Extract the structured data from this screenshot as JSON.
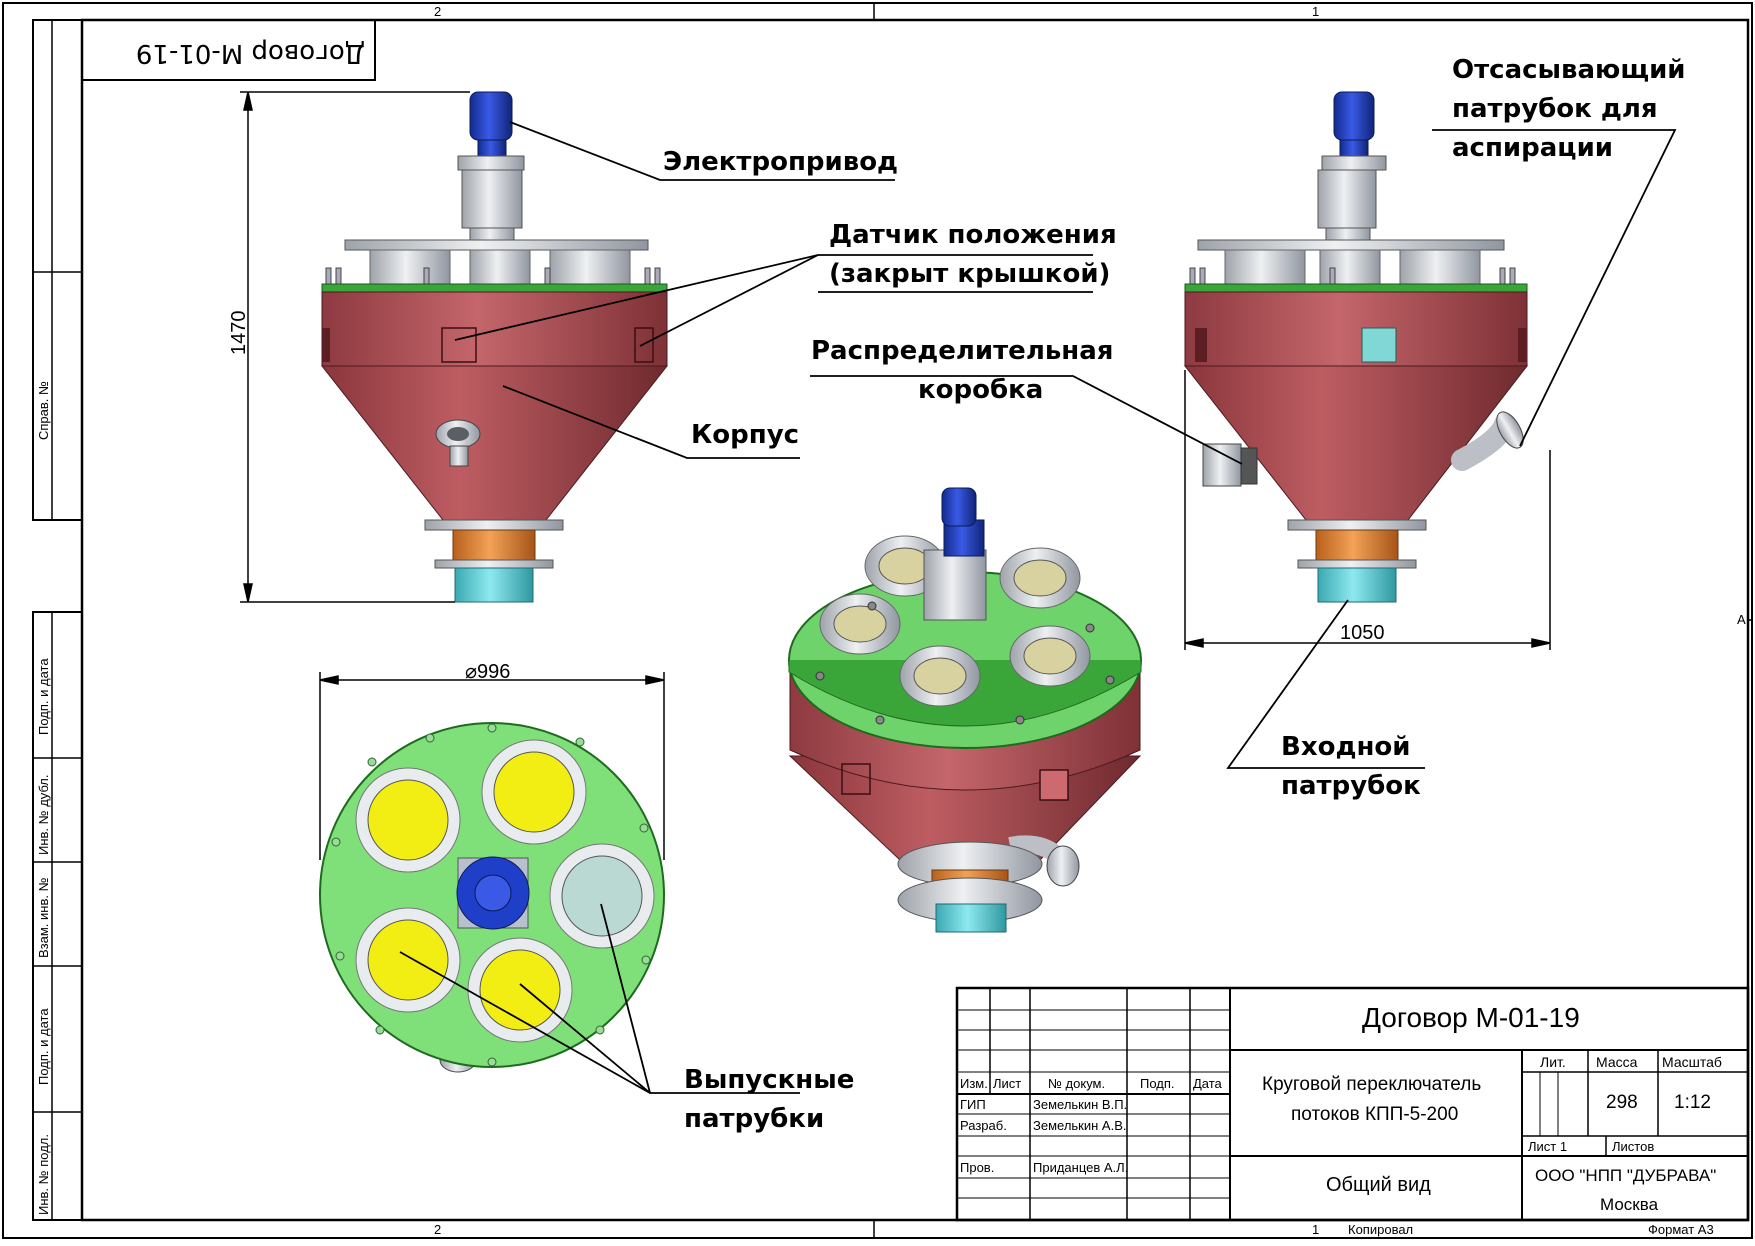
{
  "labels": {
    "electric_drive": "Электропривод",
    "position_sensor_1": "Датчик положения",
    "position_sensor_2": "(закрыт крышкой)",
    "body": "Корпус",
    "distribution_box_1": "Распределительная",
    "distribution_box_2": "коробка",
    "suction_pipe_1": "Отсасывающий",
    "suction_pipe_2": "патрубок для",
    "suction_pipe_3": "аспирации",
    "inlet_pipe_1": "Входной",
    "inlet_pipe_2": "патрубок",
    "outlet_pipes_1": "Выпускные",
    "outlet_pipes_2": "патрубки"
  },
  "dimensions": {
    "height": "1470",
    "width": "1050",
    "diameter": "996"
  },
  "frame": {
    "zone_top_left": "2",
    "zone_top_right": "1",
    "zone_bottom_left": "2",
    "zone_bottom_right": "1",
    "zone_side": "A",
    "contract_stamp": "Договор М-01-19",
    "copied": "Копировал",
    "format": "Формат А3",
    "side_labels": [
      "Справ. №",
      "Подп. и дата",
      "Инв. № дубл.",
      "Взам. инв. №",
      "Подп. и дата",
      "Инв. № подл."
    ]
  },
  "title_block": {
    "document_number": "Договор М-01-19",
    "title_line1": "Круговой переключатель",
    "title_line2": "потоков КПП-5-200",
    "view_name": "Общий вид",
    "company": "ООО \"НПП \"ДУБРАВА\"",
    "city": "Москва",
    "lit_label": "Лит.",
    "mass_label": "Масса",
    "scale_label": "Масштаб",
    "mass_value": "298",
    "scale_value": "1:12",
    "sheet_label": "Лист 1",
    "sheets_label": "Листов",
    "headers": [
      "Изм.",
      "Лист",
      "№ докум.",
      "Подп.",
      "Дата"
    ],
    "rows": [
      {
        "role": "ГИП",
        "name": "Земелькин В.П."
      },
      {
        "role": "Разраб.",
        "name": "Земелькин А.В."
      },
      {
        "role": "Пров.",
        "name": "Приданцев А.Л."
      }
    ]
  },
  "colors": {
    "body_red": "#b4545a",
    "flange_green": "#7fe07a",
    "outlet_yellow": "#f2ee14",
    "motor_blue": "#1f3fc8",
    "inlet_orange": "#e88a3a",
    "inlet_cyan": "#5ad0d8",
    "steel": "#cfd3d8"
  }
}
